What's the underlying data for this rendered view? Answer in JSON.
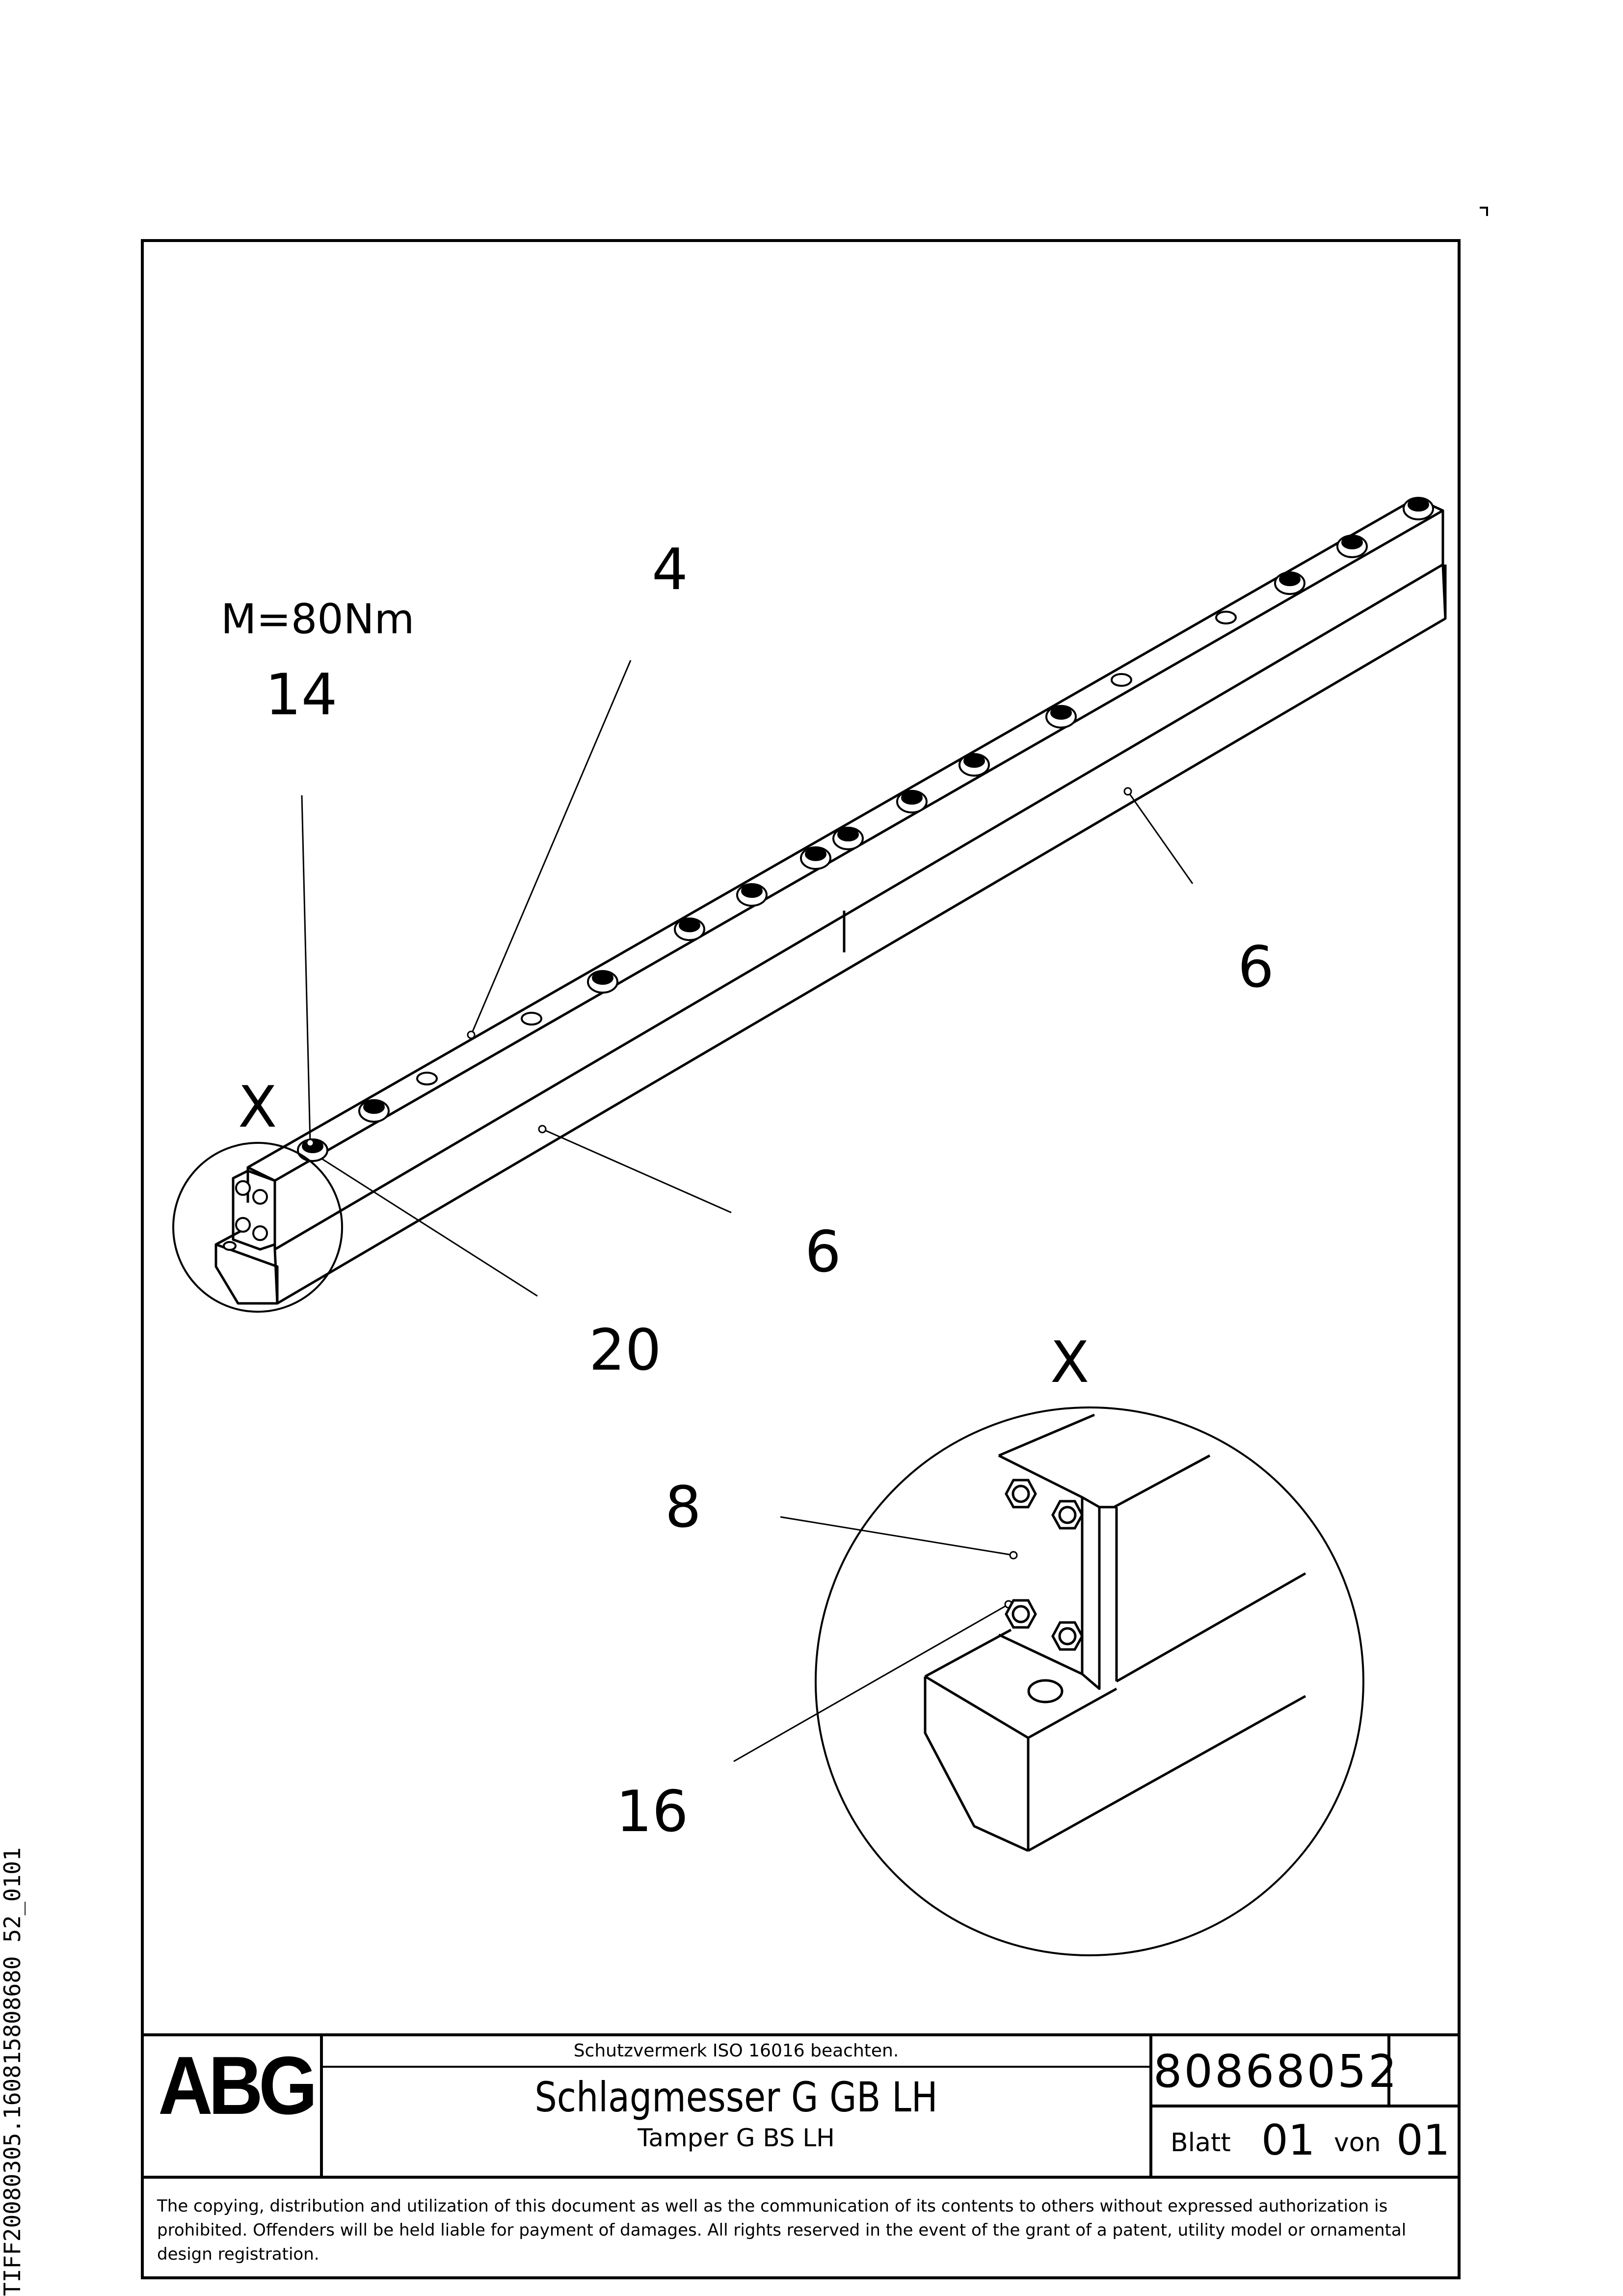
{
  "side_code": "TIFF20080305.160815808680 52_0101",
  "callouts": {
    "torque": "M=80Nm",
    "c14": "14",
    "c4": "4",
    "c6_upper": "6",
    "c6_lower": "6",
    "cX_main": "X",
    "c20": "20",
    "cX_detail": "X",
    "c8": "8",
    "c16": "16"
  },
  "title_block": {
    "logo": "ABG",
    "protection_notice": "Schutzvermerk ISO 16016 beachten.",
    "title": "Schlagmesser G GB LH",
    "subtitle": "Tamper G BS LH",
    "document_number": "80868052",
    "sheet_label": "Blatt",
    "sheet_value": "01",
    "of_label": "von",
    "of_value": "01",
    "copyright": "The copying, distribution and utilization of this document as well as the communication of its contents to others without expressed authorization is prohibited. Offenders will be held liable for payment of damages. All rights reserved in the event of the grant of a patent, utility model or ornamental design registration."
  }
}
